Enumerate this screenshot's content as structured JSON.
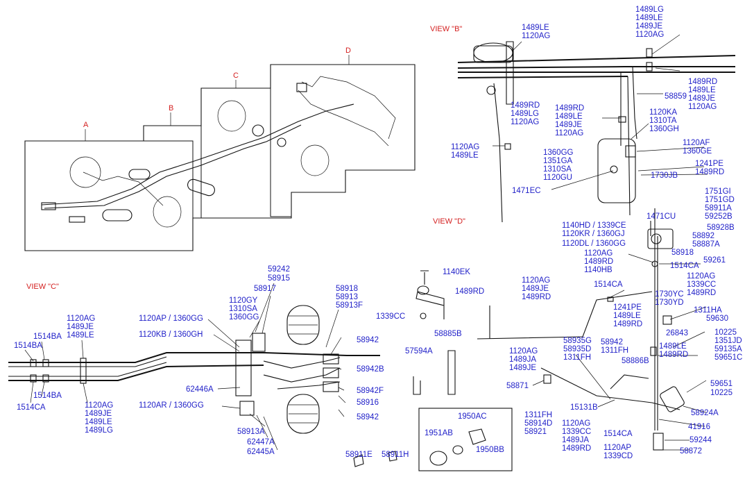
{
  "views": {
    "A": "A",
    "B": "B",
    "C": "C",
    "D": "D",
    "view_b": "VIEW \"B\"",
    "view_c": "VIEW \"C\"",
    "view_d": "VIEW \"D\""
  },
  "labels": [
    "1489LG",
    "1489LE",
    "1489JE",
    "1120AG",
    "1489LE",
    "1120AG",
    "1489RD",
    "1489LE",
    "1489JE",
    "1120AG",
    "58859",
    "1489RD",
    "1489LG",
    "1120AG",
    "1489RD",
    "1489LE",
    "1489JE",
    "1120AG",
    "1120KA",
    "1310TA",
    "1360GH",
    "1120AG",
    "1489LE",
    "1360GG",
    "1351GA",
    "1310SA",
    "1120GU",
    "1120AF",
    "1360GE",
    "1241PE",
    "1489RD",
    "1730JB",
    "1471EC",
    "1751GI",
    "1751GD",
    "58911A",
    "59252B",
    "1471CU",
    "1140HD / 1339CE",
    "1120KR / 1360GJ",
    "1120DL / 1360GG",
    "58928B",
    "58892",
    "58887A",
    "58918",
    "59261",
    "1120AG",
    "1489RD",
    "1140HB",
    "1514CA",
    "1120AG",
    "1339CC",
    "1489RD",
    "1120AG",
    "1489JE",
    "1489RD",
    "1514CA",
    "1730YC",
    "1730YD",
    "1241PE",
    "1489LE",
    "1489RD",
    "1311HA",
    "59630",
    "26843",
    "10225",
    "1351JD",
    "59135A",
    "59651C",
    "1489LE",
    "1489RD",
    "58935G",
    "58935D",
    "1311FH",
    "58942",
    "1311FH",
    "58886B",
    "1120AG",
    "1489JA",
    "1489JE",
    "58871",
    "15131B",
    "59651",
    "10225",
    "58924A",
    "1311FH",
    "58914D",
    "58921",
    "41916",
    "1120AG",
    "1339CC",
    "1489JA",
    "1489RD",
    "1514CA",
    "59244",
    "1120AP",
    "1339CD",
    "58872",
    "1140EK",
    "1489RD",
    "1339CC",
    "58885B",
    "57594A",
    "1950AC",
    "1951AB",
    "1950BB",
    "58911E",
    "58911H",
    "59242",
    "58915",
    "58917",
    "1120GY",
    "1310SA",
    "1360GG",
    "1120AP / 1360GG",
    "1120KB / 1360GH",
    "58918",
    "58913",
    "58913F",
    "58942",
    "58942B",
    "58942F",
    "58916",
    "58942",
    "62446A",
    "1120AR / 1360GG",
    "58913A",
    "62447A",
    "62445A",
    "1120AG",
    "1489JE",
    "1489LE",
    "1514BA",
    "1514BA",
    "1514BA",
    "1514CA",
    "1120AG",
    "1489JE",
    "1489LE",
    "1489LG"
  ]
}
